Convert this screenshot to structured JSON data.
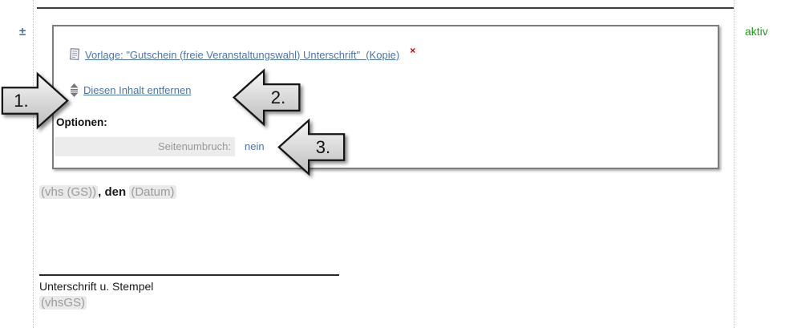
{
  "page": {
    "toggle_label": "±",
    "status": {
      "label": "aktiv",
      "color": "#1f9b1f"
    }
  },
  "block": {
    "template_link_label": "Vorlage: \"Gutschein (freie Veranstaltungswahl) Unterschrift\"  (Kopie)",
    "delete_label": "×",
    "remove_link_label": "Diesen Inhalt entfernen",
    "options_heading": "Optionen:",
    "pagebreak_label": "Seitenumbruch:",
    "pagebreak_value": "nein"
  },
  "document_preview": {
    "place_token": "(vhs (GS))",
    "date_connector": ", den ",
    "date_token": "(Datum)",
    "signature_caption": "Unterschrift u. Stempel",
    "signer_token": "(vhsGS)"
  },
  "annotations": {
    "step_1": "1.",
    "step_2": "2.",
    "step_3": "3."
  },
  "colors": {
    "link_blue": "#4b74a8",
    "status_green": "#1f9b1f",
    "delete_red": "#cc0000",
    "option_bar_gray": "#ececec"
  }
}
